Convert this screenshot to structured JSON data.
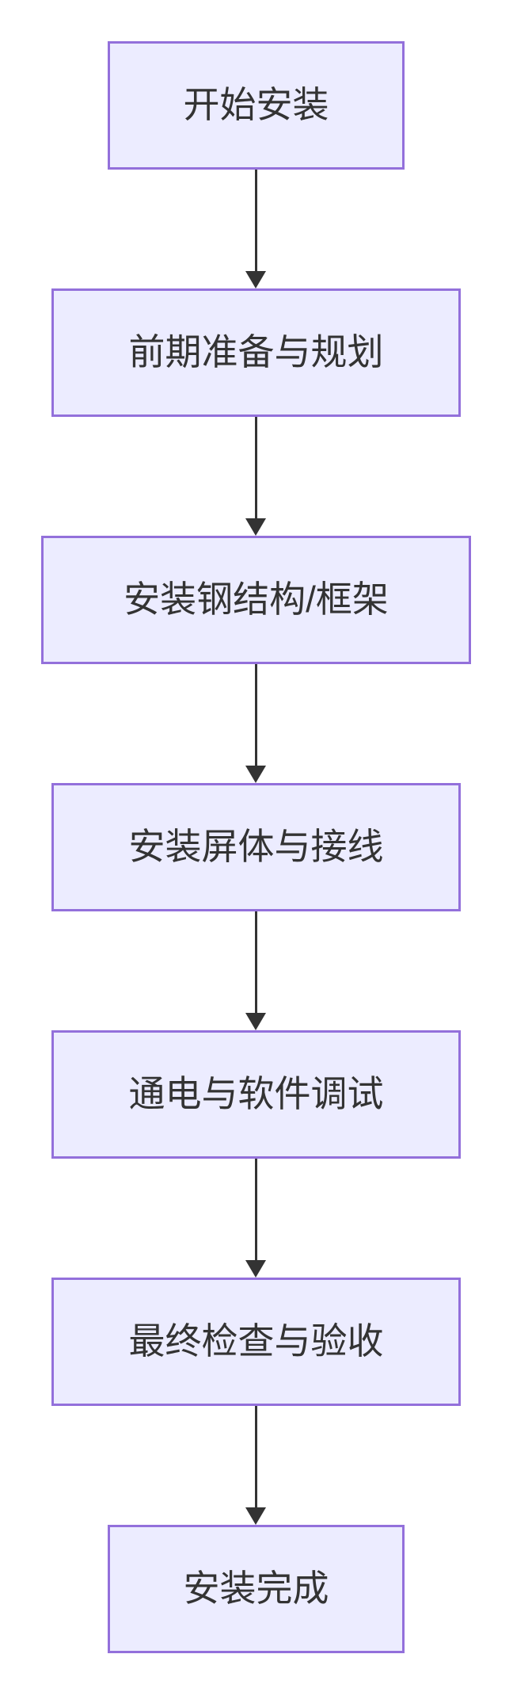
{
  "diagram": {
    "type": "flowchart-vertical",
    "nodes": [
      {
        "id": "start",
        "label": "开始安装"
      },
      {
        "id": "prep",
        "label": "前期准备与规划"
      },
      {
        "id": "frame",
        "label": "安装钢结构/框架"
      },
      {
        "id": "screen",
        "label": "安装屏体与接线"
      },
      {
        "id": "debug",
        "label": "通电与软件调试"
      },
      {
        "id": "inspect",
        "label": "最终检查与验收"
      },
      {
        "id": "done",
        "label": "安装完成"
      }
    ],
    "edges": [
      {
        "from": "start",
        "to": "prep"
      },
      {
        "from": "prep",
        "to": "frame"
      },
      {
        "from": "frame",
        "to": "screen"
      },
      {
        "from": "screen",
        "to": "debug"
      },
      {
        "from": "debug",
        "to": "inspect"
      },
      {
        "from": "inspect",
        "to": "done"
      }
    ],
    "colors": {
      "node_fill": "#ECECFF",
      "node_border": "#9370DB",
      "node_text": "#333333",
      "arrow": "#333333",
      "background": "#ffffff"
    }
  }
}
